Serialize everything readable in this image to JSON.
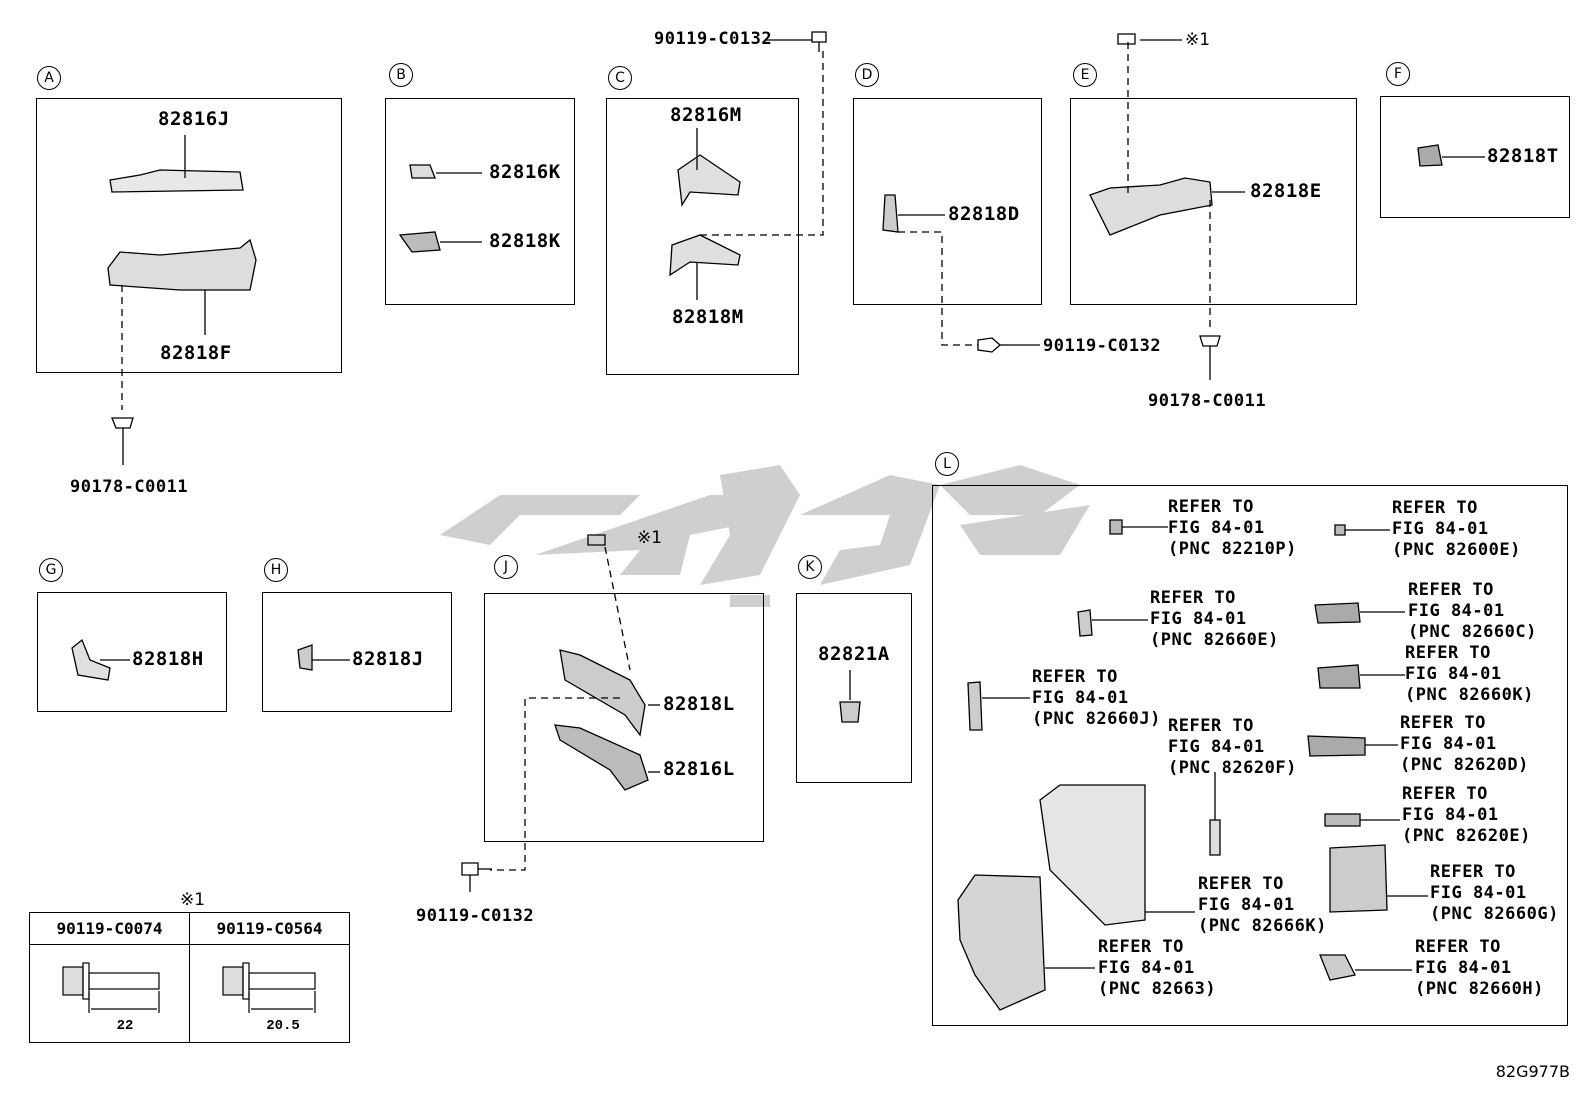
{
  "panels": {
    "A": {
      "letter": "A",
      "parts": [
        "82816J",
        "82818F"
      ]
    },
    "B": {
      "letter": "B",
      "parts": [
        "82816K",
        "82818K"
      ]
    },
    "C": {
      "letter": "C",
      "parts": [
        "82816M",
        "82818M"
      ]
    },
    "D": {
      "letter": "D",
      "parts": [
        "82818D"
      ]
    },
    "E": {
      "letter": "E",
      "parts": [
        "82818E"
      ]
    },
    "F": {
      "letter": "F",
      "parts": [
        "82818T"
      ]
    },
    "G": {
      "letter": "G",
      "parts": [
        "82818H"
      ]
    },
    "H": {
      "letter": "H",
      "parts": [
        "82818J"
      ]
    },
    "J": {
      "letter": "J",
      "parts": [
        "82818L",
        "82816L"
      ]
    },
    "K": {
      "letter": "K",
      "parts": [
        "82821A"
      ]
    },
    "L": {
      "letter": "L"
    }
  },
  "fasteners": {
    "bolt_c": "90119-C0132",
    "bolt_d": "90119-C0132",
    "bolt_j": "90119-C0132",
    "clip_a": "90178-C0011",
    "clip_e": "90178-C0011"
  },
  "note_mark": "※1",
  "refs": [
    "REFER TO\nFIG 84-01\n(PNC 82210P)",
    "REFER TO\nFIG 84-01\n(PNC 82600E)",
    "REFER TO\nFIG 84-01\n(PNC 82660E)",
    "REFER TO\nFIG 84-01\n(PNC 82660C)",
    "REFER TO\nFIG 84-01\n(PNC 82660K)",
    "REFER TO\nFIG 84-01\n(PNC 82660J)",
    "REFER TO\nFIG 84-01\n(PNC 82620F)",
    "REFER TO\nFIG 84-01\n(PNC 82620D)",
    "REFER TO\nFIG 84-01\n(PNC 82620E)",
    "REFER TO\nFIG 84-01\n(PNC 82666K)",
    "REFER TO\nFIG 84-01\n(PNC 82660G)",
    "REFER TO\nFIG 84-01\n(PNC 82663)",
    "REFER TO\nFIG 84-01\n(PNC 82660H)"
  ],
  "fastener_table": {
    "mark": "※1",
    "columns": [
      {
        "part": "90119-C0074",
        "length": "22"
      },
      {
        "part": "90119-C0564",
        "length": "20.5"
      }
    ]
  },
  "drawing_code": "82G977B"
}
